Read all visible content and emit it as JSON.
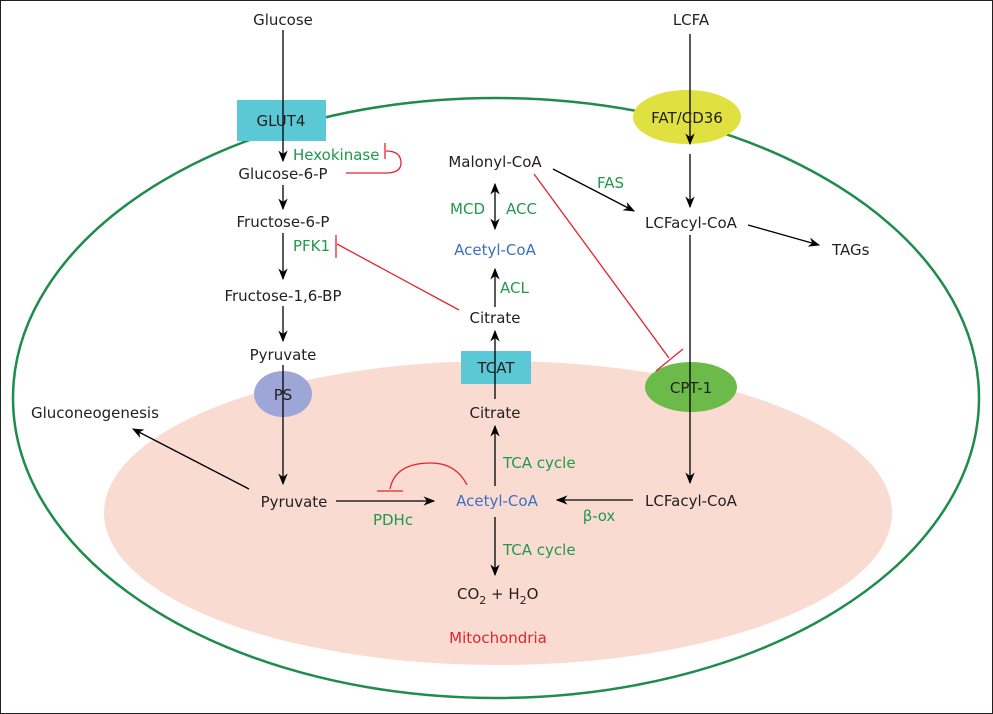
{
  "colors": {
    "cell_membrane": "#1e8c4c",
    "mitochondria_fill": "#fadbd2",
    "transporter_box": "#5bc8d5",
    "fat_cd36": "#e0e040",
    "ps": "#9ea6d8",
    "cpt1": "#6cbb4a",
    "enzyme_text": "#1e9a4a",
    "acetyl_coa_text": "#3b6fc1",
    "inhibition": "#e2242f",
    "text": "#231f20"
  },
  "inputs": {
    "glucose": "Glucose",
    "lcfa": "LCFA"
  },
  "transporters": {
    "glut4": "GLUT4",
    "fat_cd36": "FAT/CD36",
    "ps": "PS",
    "tcat": "TCAT",
    "cpt1": "CPT-1"
  },
  "metabolites": {
    "glucose_6_p": "Glucose-6-P",
    "fructose_6_p": "Fructose-6-P",
    "fructose_16_bp": "Fructose-1,6-BP",
    "pyruvate_cyto": "Pyruvate",
    "pyruvate_mito": "Pyruvate",
    "gluconeogenesis": "Gluconeogenesis",
    "malonyl_coa": "Malonyl-CoA",
    "acetyl_coa_cyto": "Acetyl-CoA",
    "citrate_cyto": "Citrate",
    "citrate_mito": "Citrate",
    "acetyl_coa_mito": "Acetyl-CoA",
    "lcfacyl_coa_cyto": "LCFacyl-CoA",
    "lcfacyl_coa_mito": "LCFacyl-CoA",
    "tags": "TAGs",
    "co2": "CO",
    "co2_sub": "2",
    "plus_h": " + H",
    "h2o_sub": "2",
    "h2o_o": "O"
  },
  "enzymes": {
    "hexokinase": "Hexokinase",
    "pfk1": "PFK1",
    "mcd": "MCD",
    "acc": "ACC",
    "acl": "ACL",
    "fas": "FAS",
    "pdhc": "PDHc",
    "tca_cycle_up": "TCA cycle",
    "tca_cycle_down": "TCA cycle",
    "beta_ox": "β-ox"
  },
  "compartments": {
    "mitochondria": "Mitochondria"
  }
}
